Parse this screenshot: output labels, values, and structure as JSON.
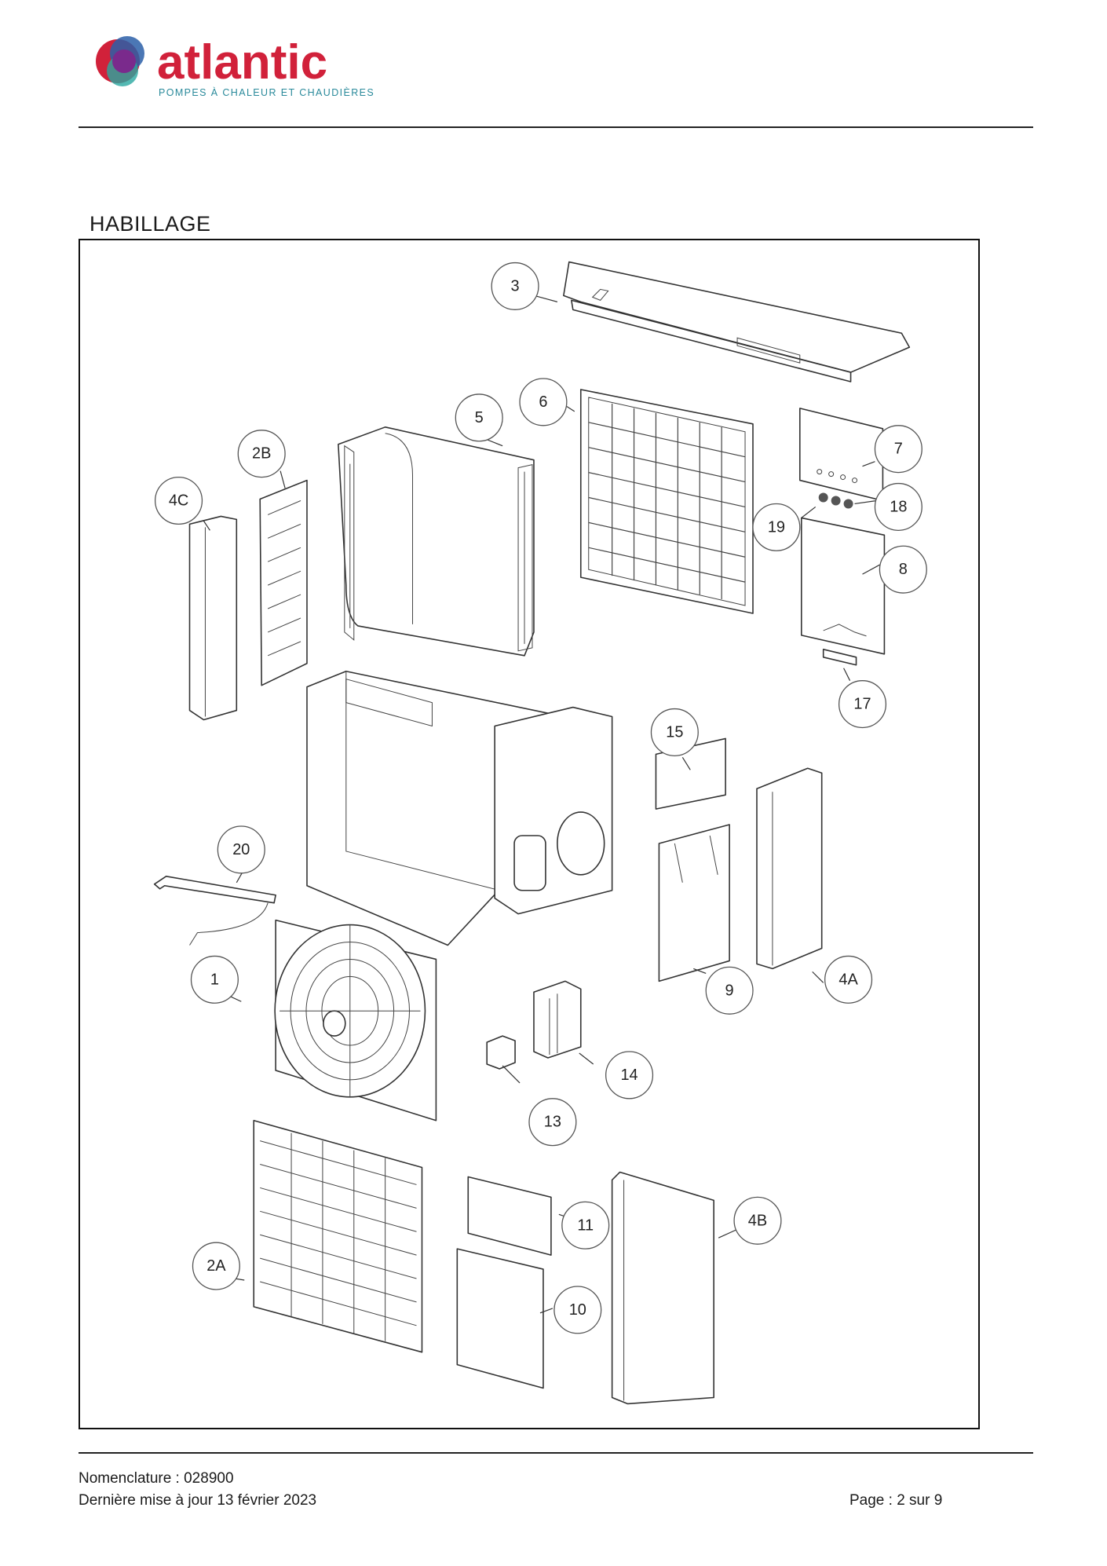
{
  "brand": {
    "name": "atlantic",
    "tagline": "POMPES À CHALEUR ET CHAUDIÈRES",
    "colors": {
      "wordmark": "#d1213a",
      "tagline": "#2a8a9b",
      "logo_blue": "#2c5fa8",
      "logo_purple": "#7a2a8c",
      "logo_teal": "#29a7a0",
      "logo_red": "#d1213a"
    }
  },
  "section": {
    "title": "HABILLAGE"
  },
  "diagram": {
    "callouts": [
      {
        "label": "3"
      },
      {
        "label": "5"
      },
      {
        "label": "6"
      },
      {
        "label": "7"
      },
      {
        "label": "18"
      },
      {
        "label": "19"
      },
      {
        "label": "8"
      },
      {
        "label": "2B"
      },
      {
        "label": "4C"
      },
      {
        "label": "17"
      },
      {
        "label": "15"
      },
      {
        "label": "20"
      },
      {
        "label": "1"
      },
      {
        "label": "9"
      },
      {
        "label": "4A"
      },
      {
        "label": "14"
      },
      {
        "label": "13"
      },
      {
        "label": "11"
      },
      {
        "label": "4B"
      },
      {
        "label": "2A"
      },
      {
        "label": "10"
      }
    ]
  },
  "footer": {
    "nomenclature": "Nomenclature : 028900",
    "last_update": "Dernière mise à jour 13 février 2023",
    "page": "Page : 2 sur 9"
  }
}
